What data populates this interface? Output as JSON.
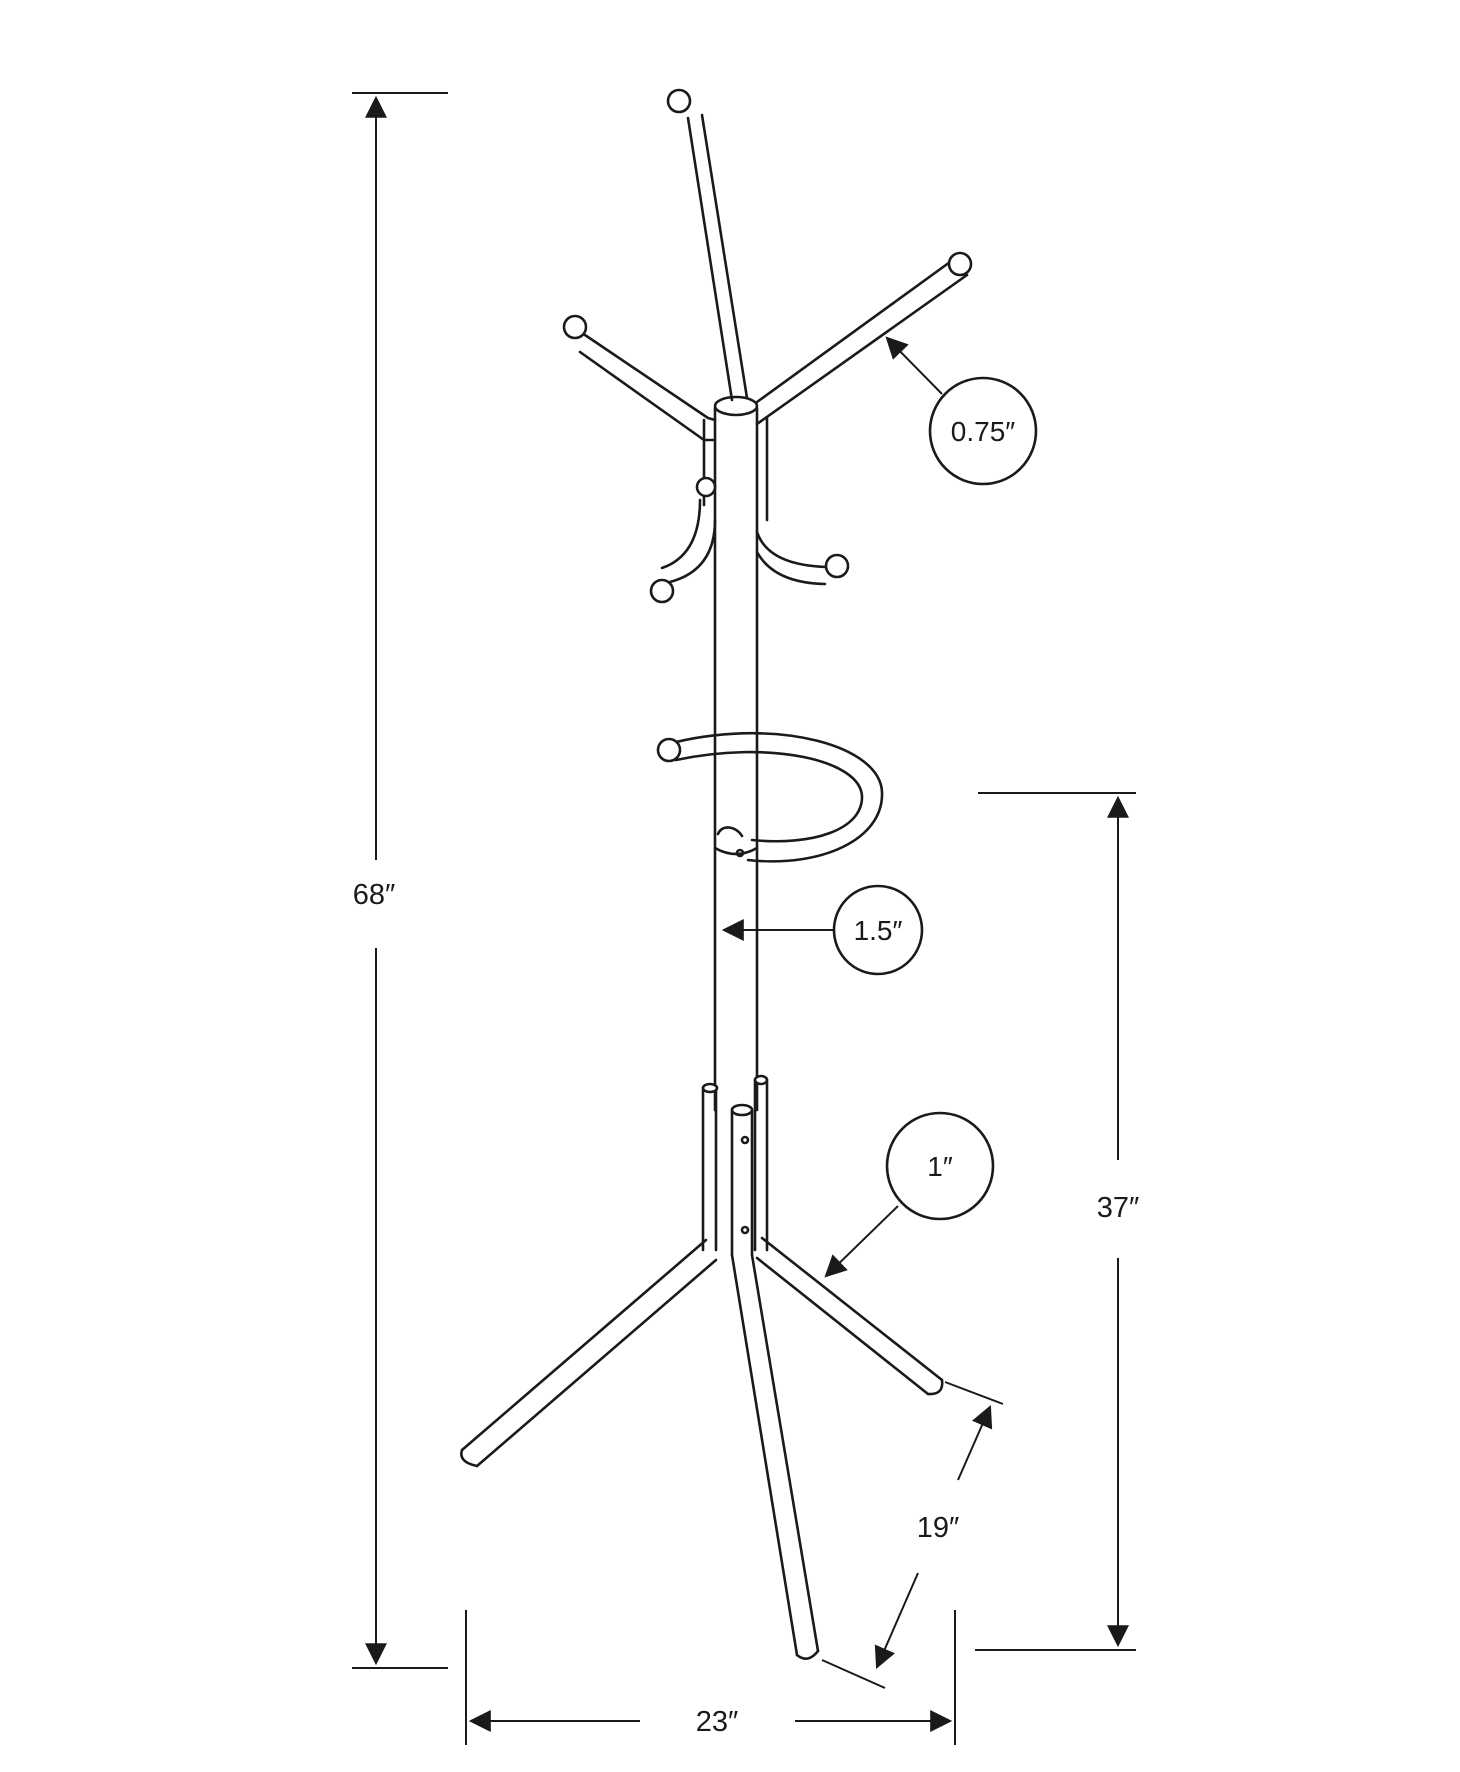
{
  "dimensions": {
    "total_height": "68″",
    "lower_height": "37″",
    "base_width": "23″",
    "leg_span": "19″"
  },
  "callouts": {
    "hook_diameter": "0.75″",
    "pole_diameter": "1.5″",
    "leg_diameter": "1″"
  },
  "colors": {
    "ink": "#1a1a1a",
    "background": "#ffffff"
  }
}
